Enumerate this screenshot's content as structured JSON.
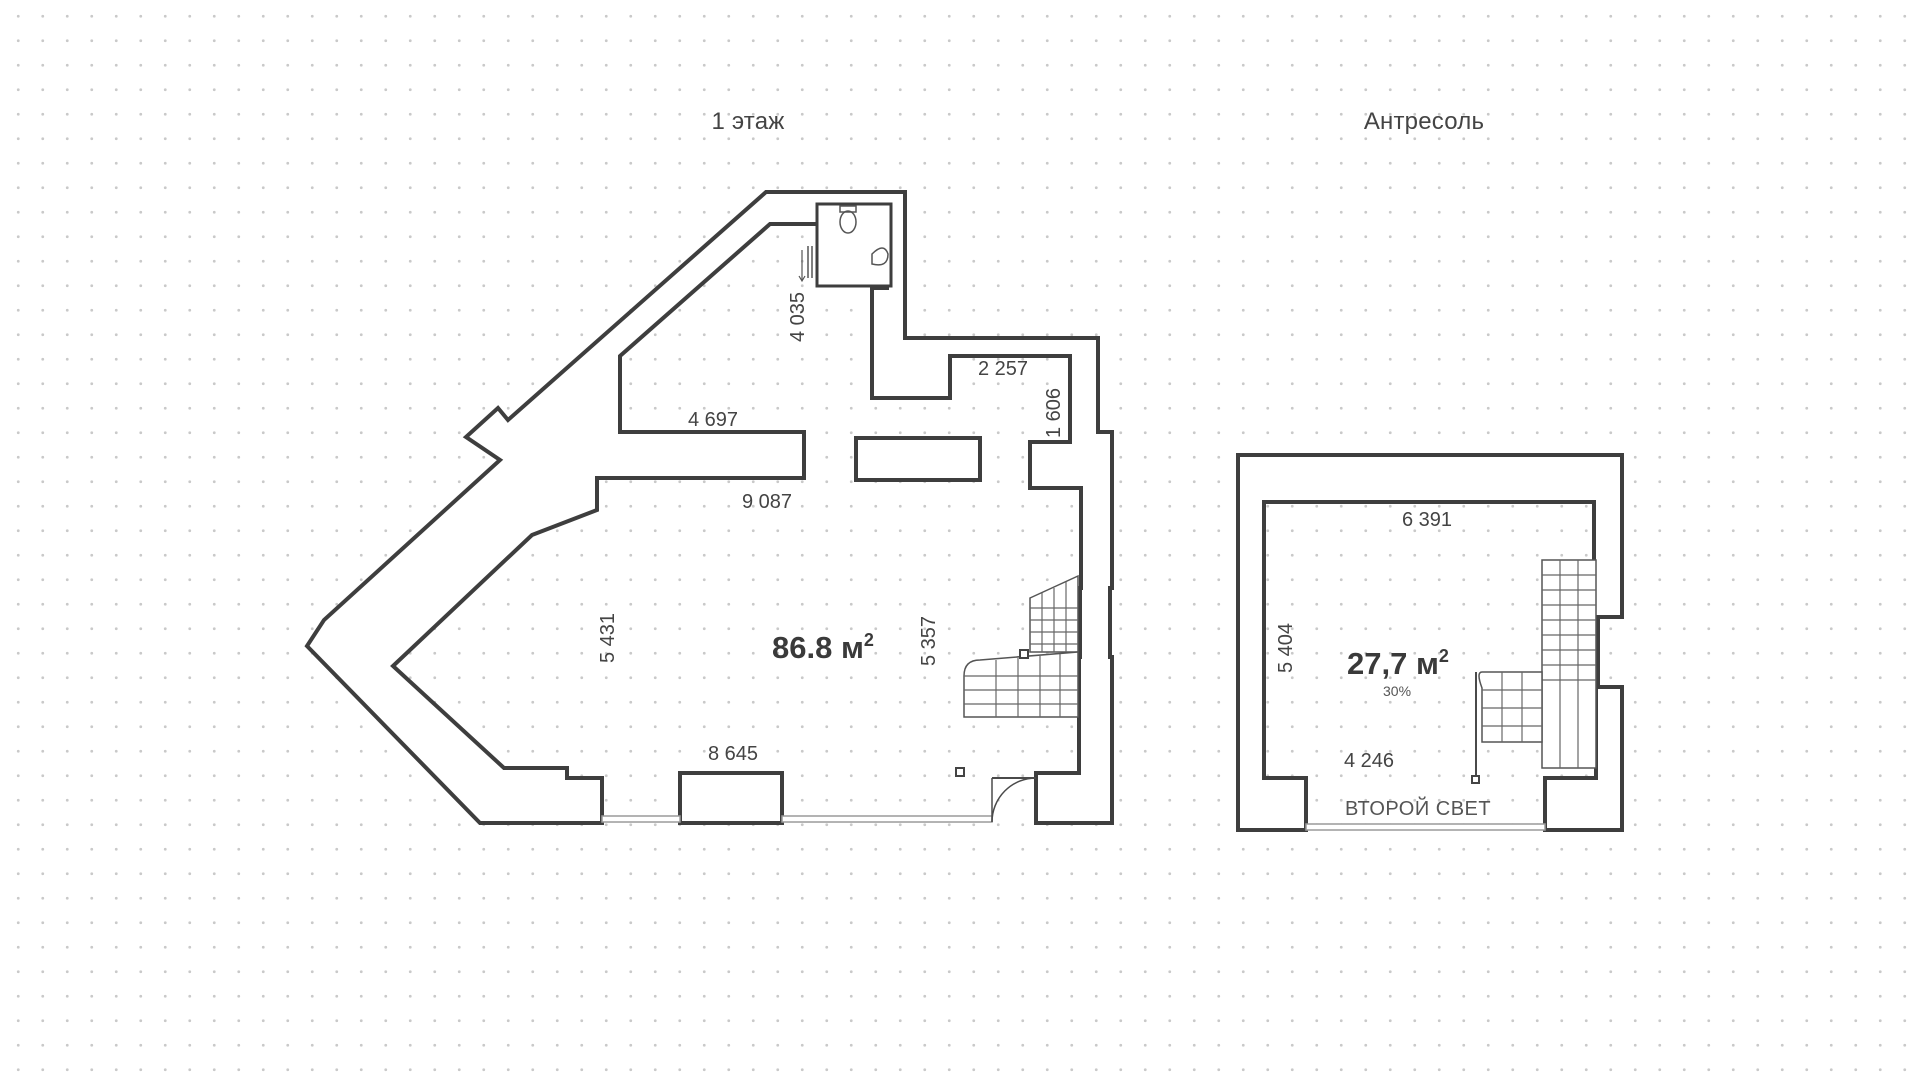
{
  "floors": {
    "first": {
      "title": "1 этаж",
      "area_value": "86.8 м",
      "area_unit_sup": "2",
      "dimensions": {
        "d1": "4 035",
        "d2": "2 257",
        "d3": "1 606",
        "d4": "4 697",
        "d5": "9 087",
        "d6": "5 431",
        "d7": "5 357",
        "d8": "8 645"
      }
    },
    "mezzanine": {
      "title": "Антресоль",
      "area_value": "27,7 м",
      "area_unit_sup": "2",
      "area_percent": "30%",
      "double_height_label": "ВТОРОЙ СВЕТ",
      "dimensions": {
        "d1": "6 391",
        "d2": "5 404",
        "d3": "4 246"
      }
    }
  },
  "colors": {
    "wall_stroke": "#3e3e3e",
    "background": "#ffffff",
    "dot_grid": "#c9c9c9"
  }
}
